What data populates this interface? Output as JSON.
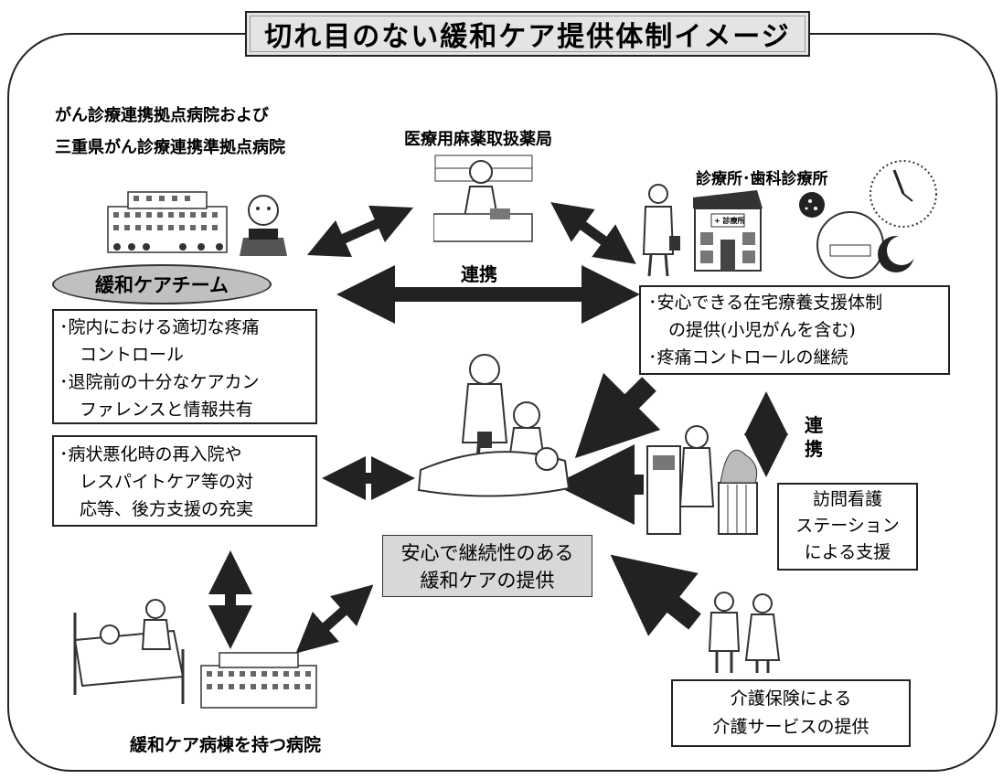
{
  "title": "切れ目のない緩和ケア提供体制イメージ",
  "hospital_label_1": "がん診療連携拠点病院および",
  "hospital_label_2": "三重県がん診療連携準拠点病院",
  "pharmacy_label": "医療用麻薬取扱薬局",
  "clinic_label": "診療所･歯科診療所",
  "clinic_sign": "+ 診療所",
  "team_label": "緩和ケアチーム",
  "renkei_label": "連携",
  "renkei_vertical": [
    "連",
    "携"
  ],
  "team_box_lines": [
    "･院内における適切な疼痛",
    "コントロール",
    "･退院前の十分なケアカン",
    "ファレンスと情報共有"
  ],
  "backup_box_lines": [
    "･病状悪化時の再入院や",
    "レスパイトケア等の対",
    "応等、後方支援の充実"
  ],
  "clinic_box_lines": [
    "･安心できる在宅療養支援体制",
    "の提供(小児がんを含む)",
    "･疼痛コントロールの継続"
  ],
  "center_box_lines": [
    "安心で継続性のある",
    "緩和ケアの提供"
  ],
  "nursing_box_lines": [
    "訪問看護",
    "ステーション",
    "による支援"
  ],
  "care_box_lines": [
    "介護保険による",
    "介護サービスの提供"
  ],
  "ward_label": "緩和ケア病棟を持つ病院"
}
